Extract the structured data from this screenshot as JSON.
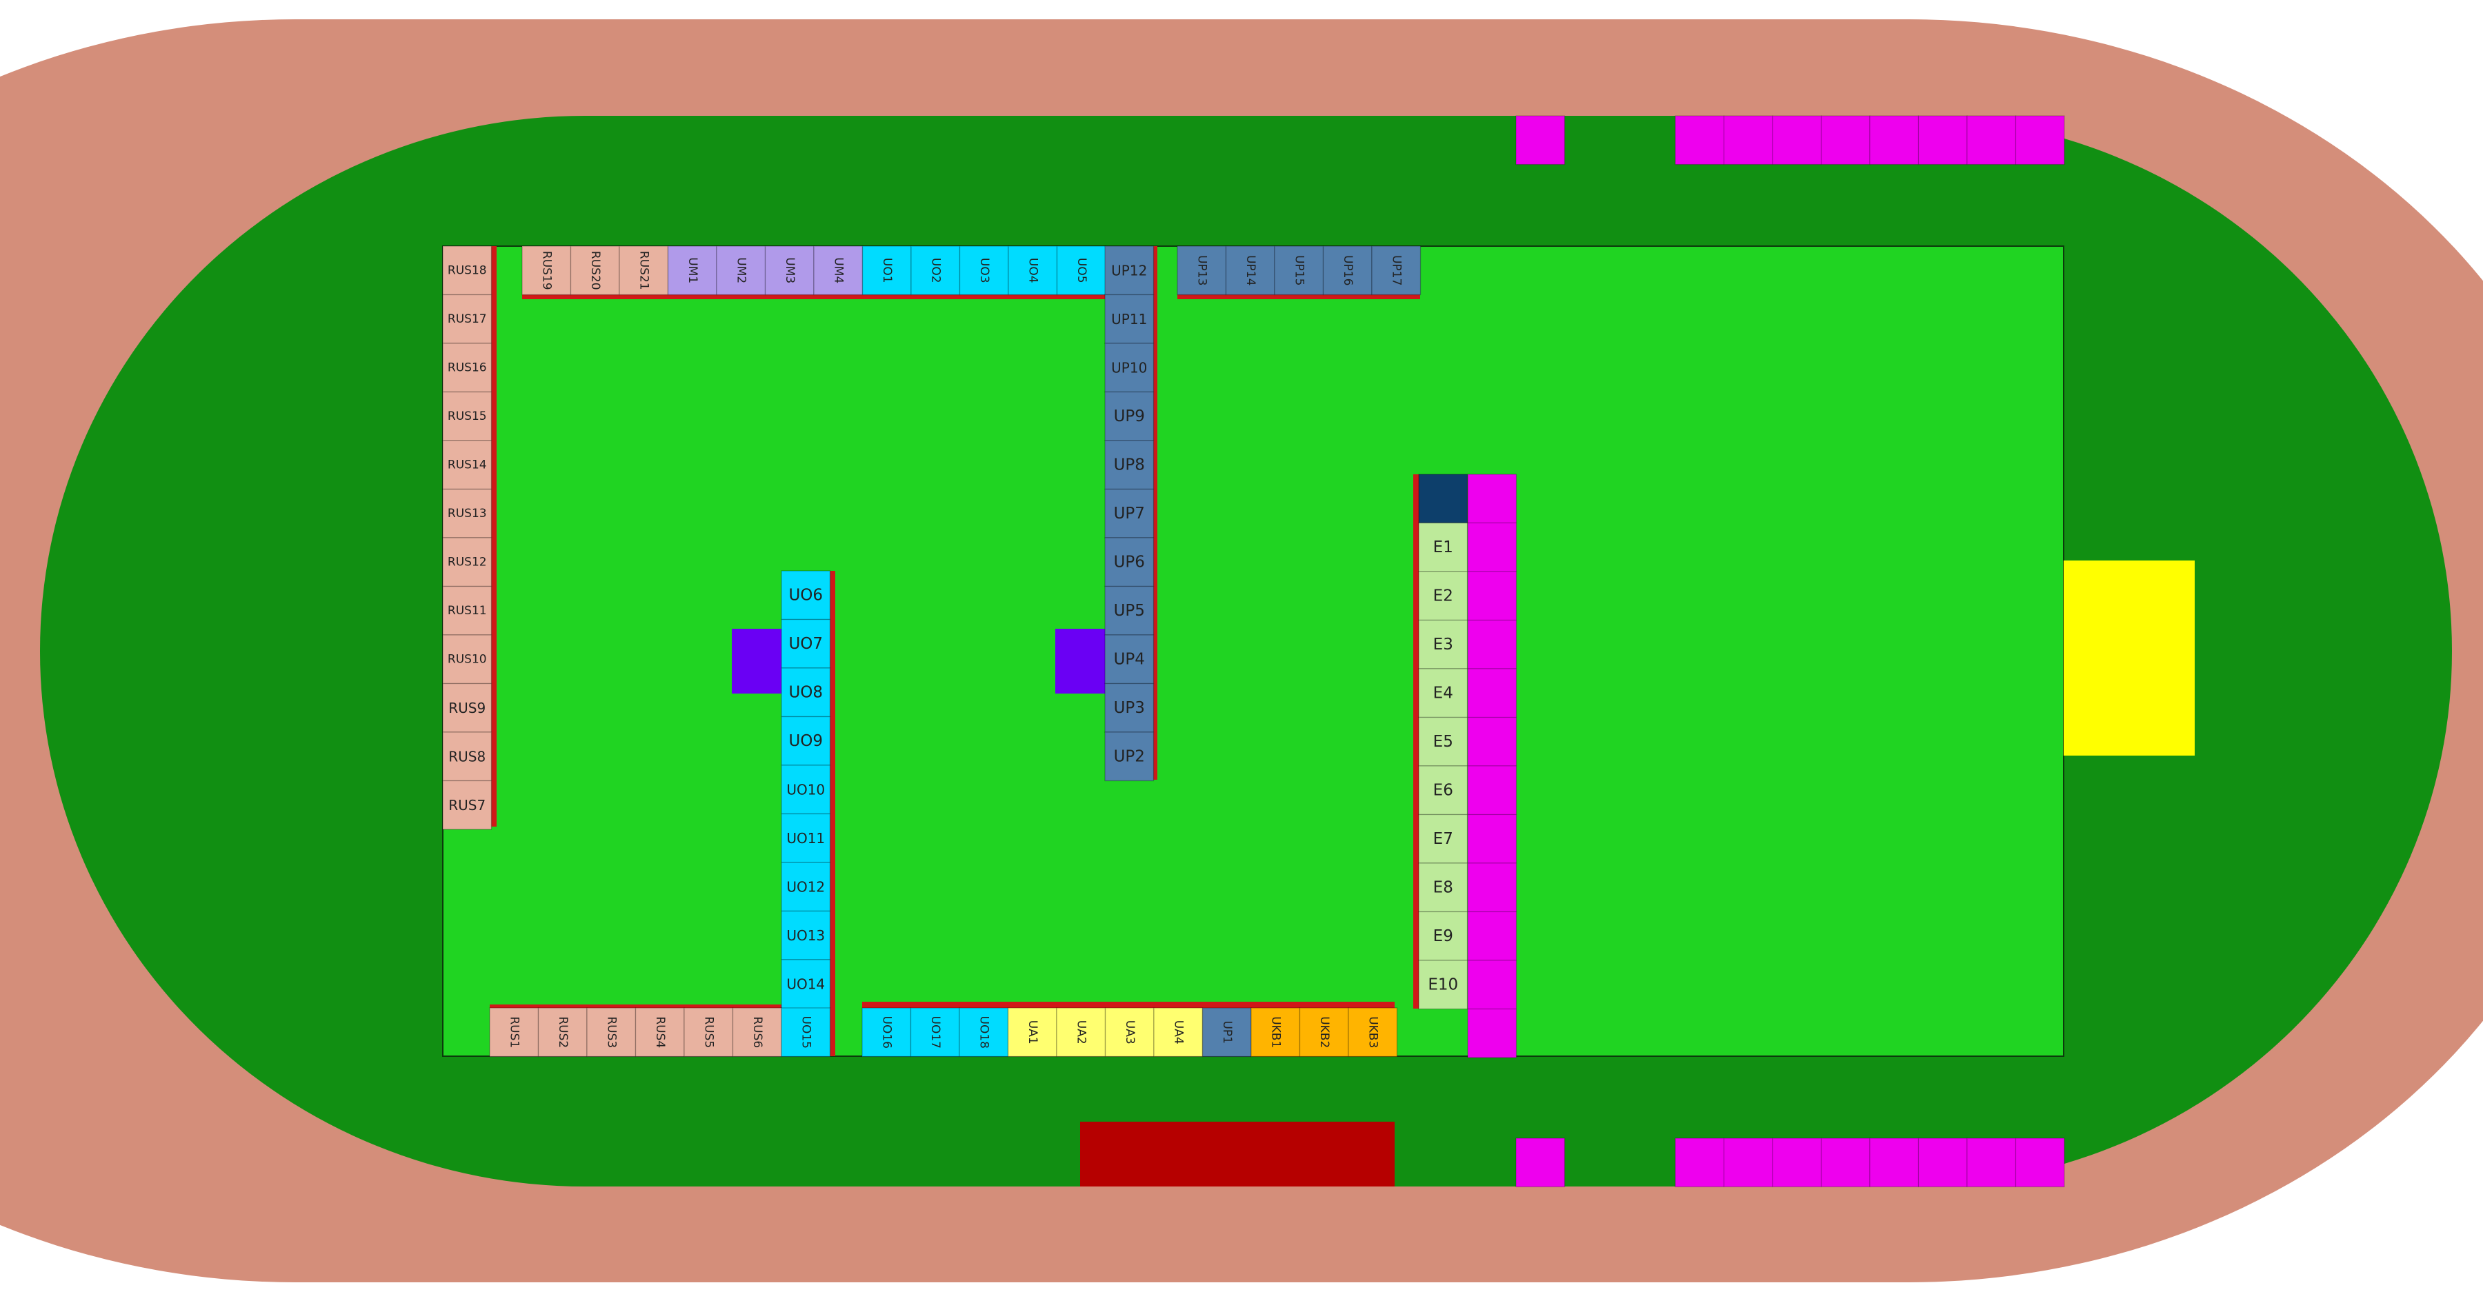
{
  "colors": {
    "track": "#D48E7A",
    "outer_field": "#118F12",
    "inner_field": "#20D422",
    "wall": "#D01818",
    "rus": "#E8B2A0",
    "um": "#B09AEA",
    "uo": "#00DCFF",
    "up": "#5380AD",
    "ua": "#FFFF70",
    "ukb": "#FFB400",
    "e": "#BDEA9A",
    "e_head": "#0D3F6B",
    "magenta": "#EE00EE",
    "violet": "#6A00F4",
    "yellow": "#FFFF00",
    "stage": "#B60000"
  },
  "top_row": [
    {
      "label": "RUS19",
      "group": "rus"
    },
    {
      "label": "RUS20",
      "group": "rus"
    },
    {
      "label": "RUS21",
      "group": "rus"
    },
    {
      "label": "UM1",
      "group": "um"
    },
    {
      "label": "UM2",
      "group": "um"
    },
    {
      "label": "UM3",
      "group": "um"
    },
    {
      "label": "UM4",
      "group": "um"
    },
    {
      "label": "UO1",
      "group": "uo"
    },
    {
      "label": "UO2",
      "group": "uo"
    },
    {
      "label": "UO3",
      "group": "uo"
    },
    {
      "label": "UO4",
      "group": "uo"
    },
    {
      "label": "UO5",
      "group": "uo"
    }
  ],
  "top_right_row": [
    {
      "label": "UP13",
      "group": "up"
    },
    {
      "label": "UP14",
      "group": "up"
    },
    {
      "label": "UP15",
      "group": "up"
    },
    {
      "label": "UP16",
      "group": "up"
    },
    {
      "label": "UP17",
      "group": "up"
    }
  ],
  "left_column": [
    {
      "label": "RUS18",
      "group": "rus"
    },
    {
      "label": "RUS17",
      "group": "rus"
    },
    {
      "label": "RUS16",
      "group": "rus"
    },
    {
      "label": "RUS15",
      "group": "rus"
    },
    {
      "label": "RUS14",
      "group": "rus"
    },
    {
      "label": "RUS13",
      "group": "rus"
    },
    {
      "label": "RUS12",
      "group": "rus"
    },
    {
      "label": "RUS11",
      "group": "rus"
    },
    {
      "label": "RUS10",
      "group": "rus"
    },
    {
      "label": "RUS9",
      "group": "rus"
    },
    {
      "label": "RUS8",
      "group": "rus"
    },
    {
      "label": "RUS7",
      "group": "rus"
    }
  ],
  "up_column": [
    {
      "label": "UP12",
      "group": "up"
    },
    {
      "label": "UP11",
      "group": "up"
    },
    {
      "label": "UP10",
      "group": "up"
    },
    {
      "label": "UP9",
      "group": "up"
    },
    {
      "label": "UP8",
      "group": "up"
    },
    {
      "label": "UP7",
      "group": "up"
    },
    {
      "label": "UP6",
      "group": "up"
    },
    {
      "label": "UP5",
      "group": "up"
    },
    {
      "label": "UP4",
      "group": "up"
    },
    {
      "label": "UP3",
      "group": "up"
    },
    {
      "label": "UP2",
      "group": "up"
    }
  ],
  "uo_column": [
    {
      "label": "UO6",
      "group": "uo"
    },
    {
      "label": "UO7",
      "group": "uo"
    },
    {
      "label": "UO8",
      "group": "uo"
    },
    {
      "label": "UO9",
      "group": "uo"
    },
    {
      "label": "UO10",
      "group": "uo"
    },
    {
      "label": "UO11",
      "group": "uo"
    },
    {
      "label": "UO12",
      "group": "uo"
    },
    {
      "label": "UO13",
      "group": "uo"
    },
    {
      "label": "UO14",
      "group": "uo"
    }
  ],
  "bottom_left_row": [
    {
      "label": "RUS1",
      "group": "rus"
    },
    {
      "label": "RUS2",
      "group": "rus"
    },
    {
      "label": "RUS3",
      "group": "rus"
    },
    {
      "label": "RUS4",
      "group": "rus"
    },
    {
      "label": "RUS5",
      "group": "rus"
    },
    {
      "label": "RUS6",
      "group": "rus"
    },
    {
      "label": "UO15",
      "group": "uo"
    }
  ],
  "bottom_right_row": [
    {
      "label": "UO16",
      "group": "uo"
    },
    {
      "label": "UO17",
      "group": "uo"
    },
    {
      "label": "UO18",
      "group": "uo"
    },
    {
      "label": "UA1",
      "group": "ua"
    },
    {
      "label": "UA2",
      "group": "ua"
    },
    {
      "label": "UA3",
      "group": "ua"
    },
    {
      "label": "UA4",
      "group": "ua"
    },
    {
      "label": "UP1",
      "group": "up"
    },
    {
      "label": "UKB1",
      "group": "ukb"
    },
    {
      "label": "UKB2",
      "group": "ukb"
    },
    {
      "label": "UKB3",
      "group": "ukb"
    }
  ],
  "e_column": [
    {
      "label": "",
      "group": "e_head"
    },
    {
      "label": "E1",
      "group": "e"
    },
    {
      "label": "E2",
      "group": "e"
    },
    {
      "label": "E3",
      "group": "e"
    },
    {
      "label": "E4",
      "group": "e"
    },
    {
      "label": "E5",
      "group": "e"
    },
    {
      "label": "E6",
      "group": "e"
    },
    {
      "label": "E7",
      "group": "e"
    },
    {
      "label": "E8",
      "group": "e"
    },
    {
      "label": "E9",
      "group": "e"
    },
    {
      "label": "E10",
      "group": "e"
    }
  ]
}
